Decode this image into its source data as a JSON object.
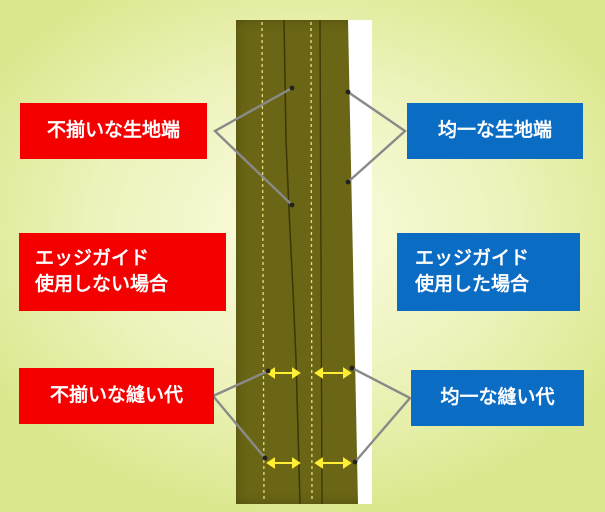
{
  "labels": {
    "uneven_edge": "不揃いな生地端",
    "even_edge": "均一な生地端",
    "without_guide": "エッジガイド\n使用しない場合",
    "with_guide": "エッジガイド\n使用した場合",
    "uneven_seam": "不揃いな縫い代",
    "even_seam": "均一な縫い代"
  },
  "colors": {
    "red": "#f40000",
    "blue": "#0b6cc4",
    "fabric": "#6b6615",
    "edge_guide_strip": "#ffffff",
    "stitch": "#e8e07a",
    "seam_arrow": "#ffee33",
    "pointer_line": "#8a8a8a"
  }
}
